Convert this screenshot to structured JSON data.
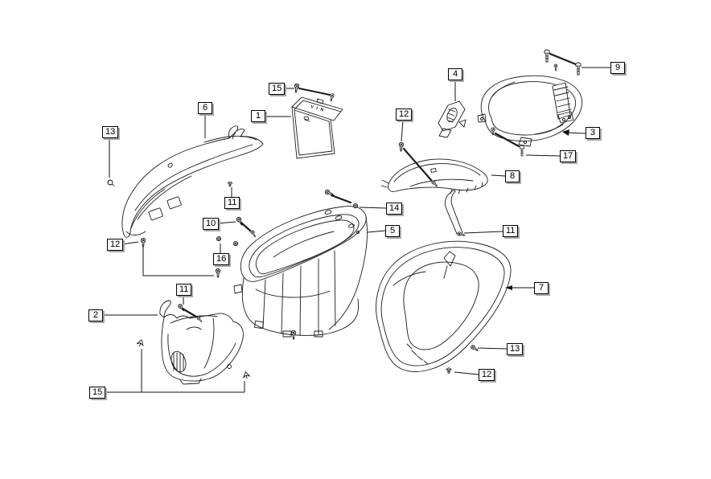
{
  "diagram": {
    "type": "exploded-parts-diagram",
    "background_color": "#ffffff",
    "line_color": "#1b1b1b",
    "callout_style": {
      "fill": "#f9f9f9",
      "border_color": "#000000",
      "shadow_color": "#a9a9a9",
      "text_color": "#000000"
    },
    "vin_label": "V I N",
    "numbers": {
      "n1": "1",
      "n2": "2",
      "n3": "3",
      "n4": "4",
      "n5": "5",
      "n6": "6",
      "n7": "7",
      "n8": "8",
      "n9": "9",
      "n10": "10",
      "n11": "11",
      "n12": "12",
      "n13": "13",
      "n14": "14",
      "n15": "15",
      "n16": "16",
      "n17": "17"
    },
    "callout_sequence": [
      "15",
      "6",
      "1",
      "13",
      "4",
      "12",
      "9",
      "3",
      "17",
      "8",
      "14",
      "5",
      "11",
      "10",
      "12",
      "16",
      "11",
      "11",
      "2",
      "15",
      "7",
      "13",
      "12"
    ]
  }
}
